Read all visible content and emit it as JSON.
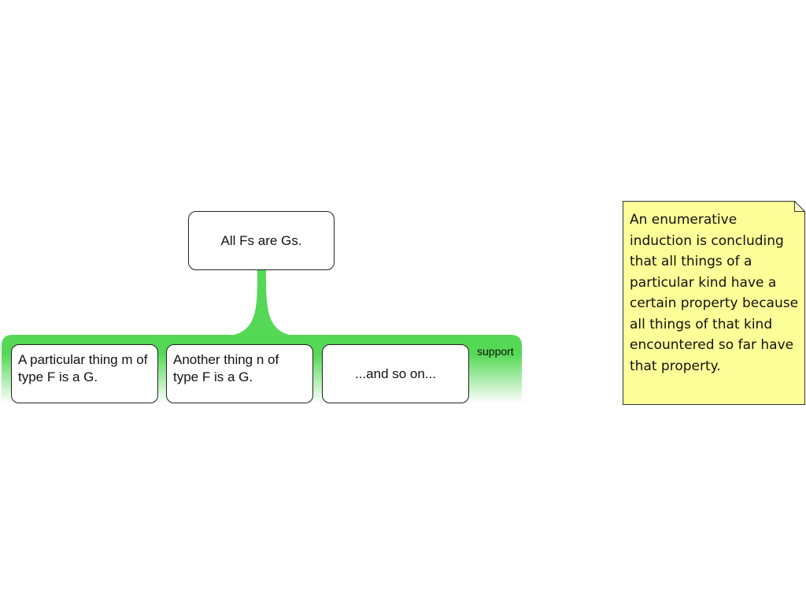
{
  "diagram": {
    "conclusion": {
      "text": "All Fs are Gs."
    },
    "support_group": {
      "label": "support",
      "premises": [
        {
          "text": "A particular thing m of type F is a G."
        },
        {
          "text": "Another thing n of type F is a G."
        },
        {
          "text": "...and so on..."
        }
      ]
    },
    "note": {
      "text": "An enumerative induction is concluding that all things of a particular kind have a certain property because all things of that kind encountered so far have that property."
    }
  },
  "colors": {
    "support_green": "#55d855",
    "support_fade": "#ffffff",
    "note_yellow": "#ffff99",
    "border": "#222222"
  }
}
